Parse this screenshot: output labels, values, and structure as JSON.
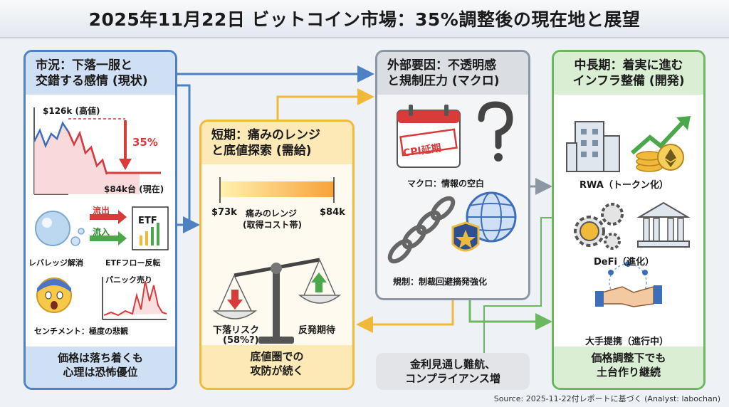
{
  "title": "2025年11月22日 ビットコイン市場：35%調整後の現在地と展望",
  "panel_market": {
    "head_line1": "市況：下落一服と",
    "head_line2": "交錯する感情 (現状)",
    "high_label": "$126k (高値)",
    "drop_pct": "35%",
    "current_label": "$84k台 (現在)",
    "outflow": "流出",
    "inflow": "流入",
    "etf": "ETF",
    "leverage_caption": "レバレッジ解消",
    "etf_caption": "ETFフロー反転",
    "panic_label": "パニック売り",
    "sentiment_caption": "センチメント：極度の悲観",
    "foot_line1": "価格は落ち着くも",
    "foot_line2": "心理は恐怖優位"
  },
  "panel_short": {
    "head_line1": "短期：痛みのレンジ",
    "head_line2": "と底値探索 (需給)",
    "range_low": "$73k",
    "range_high": "$84k",
    "range_label1": "痛みのレンジ",
    "range_label2": "(取得コスト帯)",
    "down_risk1": "下落リスク",
    "down_risk2": "(58%?)",
    "rebound": "反発期待",
    "foot_line1": "底値圏での",
    "foot_line2": "攻防が続く"
  },
  "panel_external": {
    "head_line1": "外部要因：不透明感",
    "head_line2": "と規制圧力 (マクロ)",
    "cpi_stamp": "CPI延期",
    "question": "?",
    "macro_caption": "マクロ：情報の空白",
    "reg_caption": "規制：制裁回避摘発強化"
  },
  "center_note": {
    "line1": "金利見通し難航、",
    "line2": "コンプライアンス増"
  },
  "panel_long": {
    "head_line1": "中長期：着実に進む",
    "head_line2": "インフラ整備 (開発)",
    "rwa_caption": "RWA（トークン化）",
    "defi_caption": "DeFi（進化）",
    "partner_caption": "大手提携（進行中）",
    "foot_line1": "価格調整下でも",
    "foot_line2": "土台作り継続"
  },
  "source": "Source: 2025-11-22付レポートに基づく (Analyst: labochan)",
  "colors": {
    "blue": "#4c82c3",
    "orange": "#f0b93a",
    "gray": "#8d96a3",
    "green": "#6cb85f",
    "red": "#d93a3a"
  }
}
